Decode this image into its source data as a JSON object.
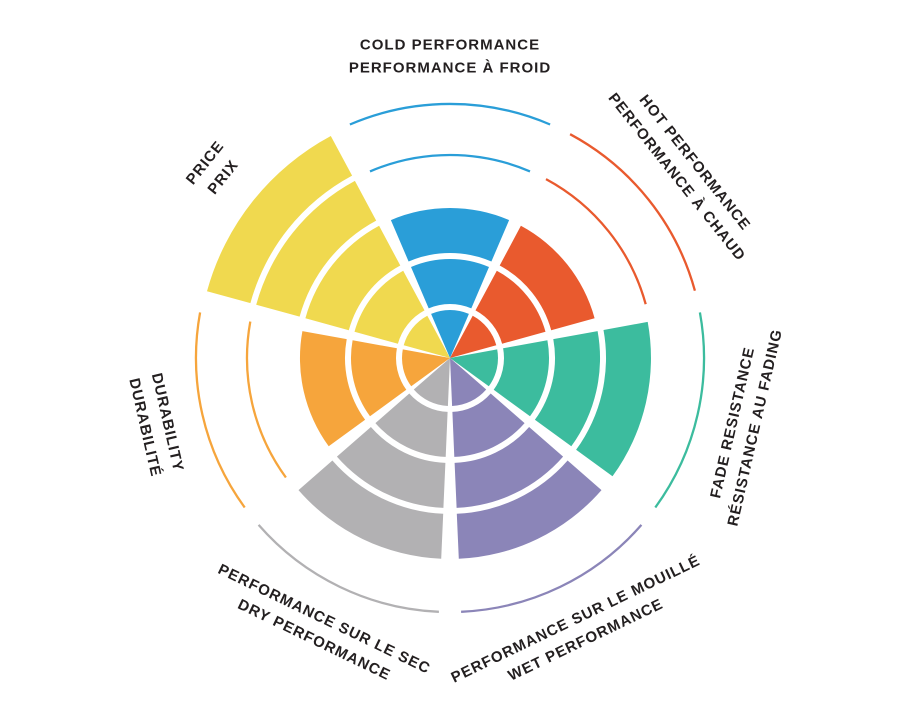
{
  "page": {
    "background": "#ffffff",
    "label_color": "#231f20"
  },
  "chart_data": {
    "type": "polar-bar",
    "variant": "bilingual-rating-wheel",
    "levels": 5,
    "value_range": [
      0,
      5
    ],
    "rotation": "clockwise-from-top",
    "grid": "concentric-ring-segments-with-white-gaps",
    "legend": "labels-around-perimeter",
    "sectors": [
      {
        "id": "cold-performance",
        "line_outer": "COLD PERFORMANCE",
        "line_inner": "PERFORMANCE À FROID",
        "value": 3,
        "color": "#2a9ed8"
      },
      {
        "id": "hot-performance",
        "line_outer": "HOT PERFORMANCE",
        "line_inner": "PERFORMANCE À CHAUD",
        "value": 3,
        "color": "#e95a2e"
      },
      {
        "id": "fade-resistance",
        "line_outer": "RÉSISTANCE AU FADING",
        "line_inner": "FADE RESISTANCE",
        "value": 4,
        "color": "#3cbc9e"
      },
      {
        "id": "wet-performance",
        "line_outer": "WET PERFORMANCE",
        "line_inner": "PERFORMANCE SUR LE MOUILLÉ",
        "value": 4,
        "color": "#8b85b8"
      },
      {
        "id": "dry-performance",
        "line_outer": "DRY PERFORMANCE",
        "line_inner": "PERFORMANCE SUR LE SEC",
        "value": 4,
        "color": "#b2b1b3"
      },
      {
        "id": "durability",
        "line_outer": "DURABILITÉ",
        "line_inner": "DURABILITY",
        "value": 3,
        "color": "#f6a53c"
      },
      {
        "id": "price",
        "line_outer": "PRICE",
        "line_inner": "PRIX",
        "value": 5,
        "color": "#f0d94f"
      }
    ]
  }
}
